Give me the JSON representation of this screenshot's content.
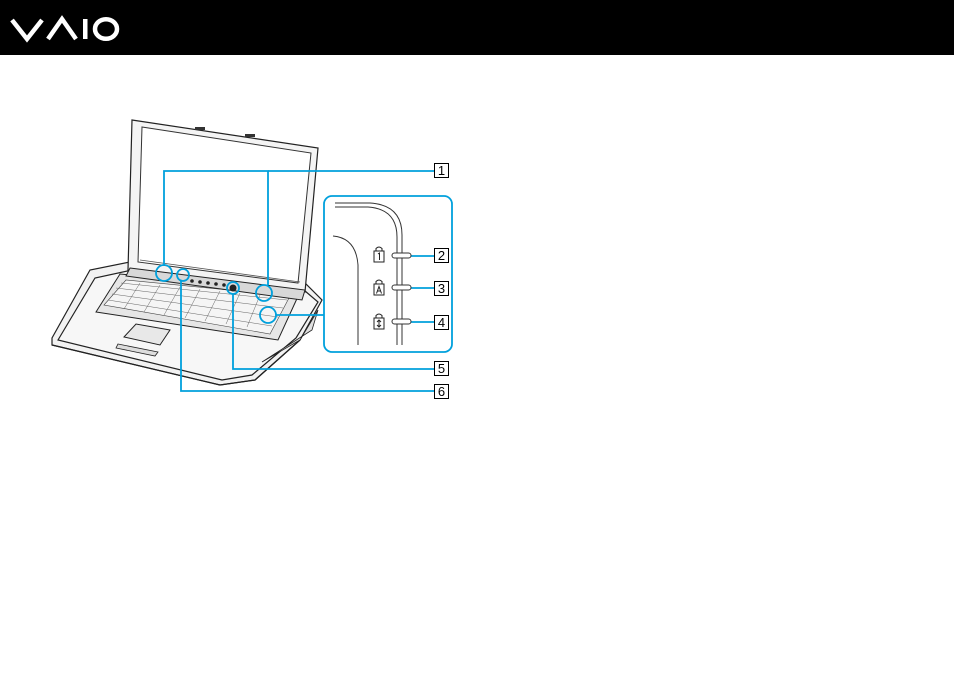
{
  "header": {
    "brand": "VAIO",
    "logo_icon": "vaio-logo",
    "background": "#000000"
  },
  "figure": {
    "callout_color": "#00a0dc",
    "callouts": [
      {
        "number": "1"
      },
      {
        "number": "2"
      },
      {
        "number": "3"
      },
      {
        "number": "4"
      },
      {
        "number": "5"
      },
      {
        "number": "6"
      }
    ],
    "detail_icons": [
      "num-lock-icon",
      "caps-lock-icon",
      "scroll-lock-icon"
    ]
  }
}
